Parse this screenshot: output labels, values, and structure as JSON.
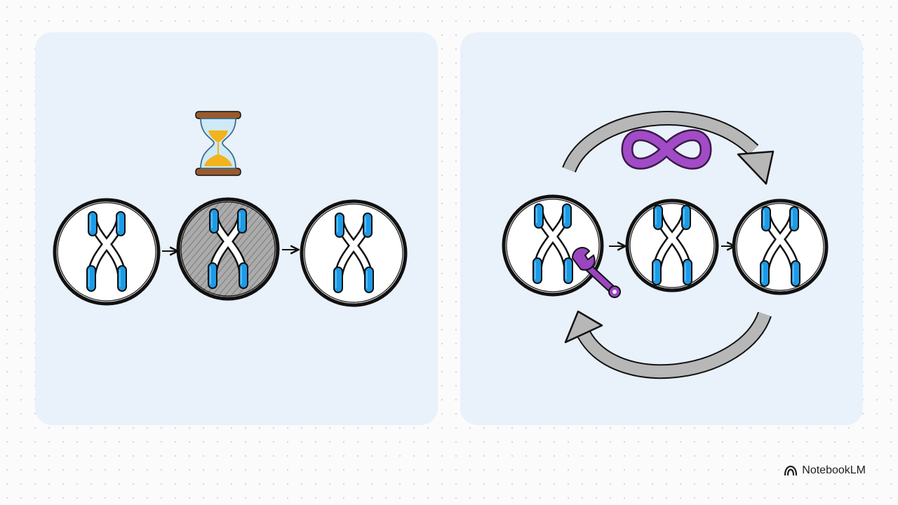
{
  "brand": {
    "name": "NotebookLM",
    "icon": "notebooklm-logo-icon"
  },
  "colors": {
    "panel_bg": "#e9f1fb",
    "chromosome_blue": "#1d9be6",
    "outline": "#111111",
    "senescent_fill": "#a9a9a9",
    "loop_arrow": "#b7b7b7",
    "infinity_purple": "#a24bc6",
    "wrench_purple": "#9b45c1",
    "hourglass_sand": "#f2b31c",
    "hourglass_wood": "#9a5a2c"
  },
  "left_panel": {
    "icons": [
      "hourglass-icon",
      "chromosome-icon",
      "arrow-right-icon"
    ],
    "cells": [
      "normal",
      "senescent",
      "normal"
    ]
  },
  "right_panel": {
    "icons": [
      "infinity-icon",
      "wrench-icon",
      "cycle-arrow-icon",
      "chromosome-icon"
    ],
    "cells": [
      "repaired",
      "normal",
      "normal"
    ]
  }
}
